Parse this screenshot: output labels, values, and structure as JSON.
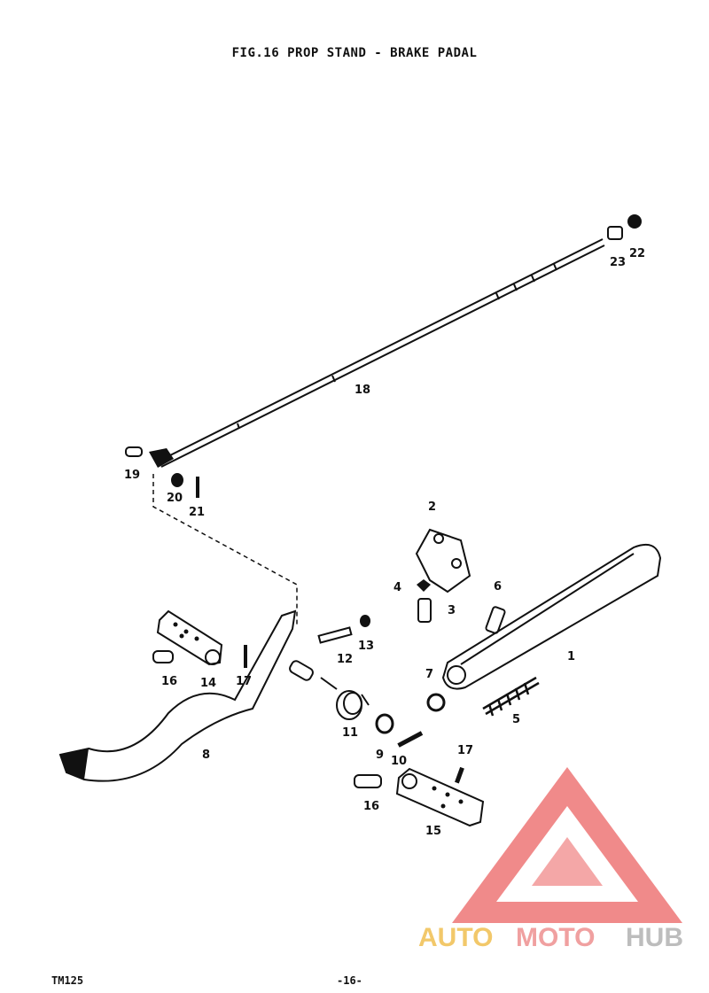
{
  "title": "FIG.16 PROP STAND - BRAKE PADAL",
  "model": "TM125",
  "page": "-16-",
  "watermark": {
    "auto": "AUTO",
    "moto": "MOTO",
    "hub": "HUB",
    "colors": {
      "auto": "#F2C86A",
      "moto": "#F0A0A0",
      "hub": "#BDBDBD",
      "logo": "#F08A8A"
    }
  },
  "callouts": {
    "c1": "1",
    "c2": "2",
    "c3": "3",
    "c4": "4",
    "c5": "5",
    "c6": "6",
    "c7": "7",
    "c8": "8",
    "c9": "9",
    "c10": "10",
    "c11": "11",
    "c12": "12",
    "c13": "13",
    "c14": "14",
    "c15": "15",
    "c16a": "16",
    "c16b": "16",
    "c17a": "17",
    "c17b": "17",
    "c18": "18",
    "c19": "19",
    "c20": "20",
    "c21": "21",
    "c22": "22",
    "c23": "23"
  }
}
